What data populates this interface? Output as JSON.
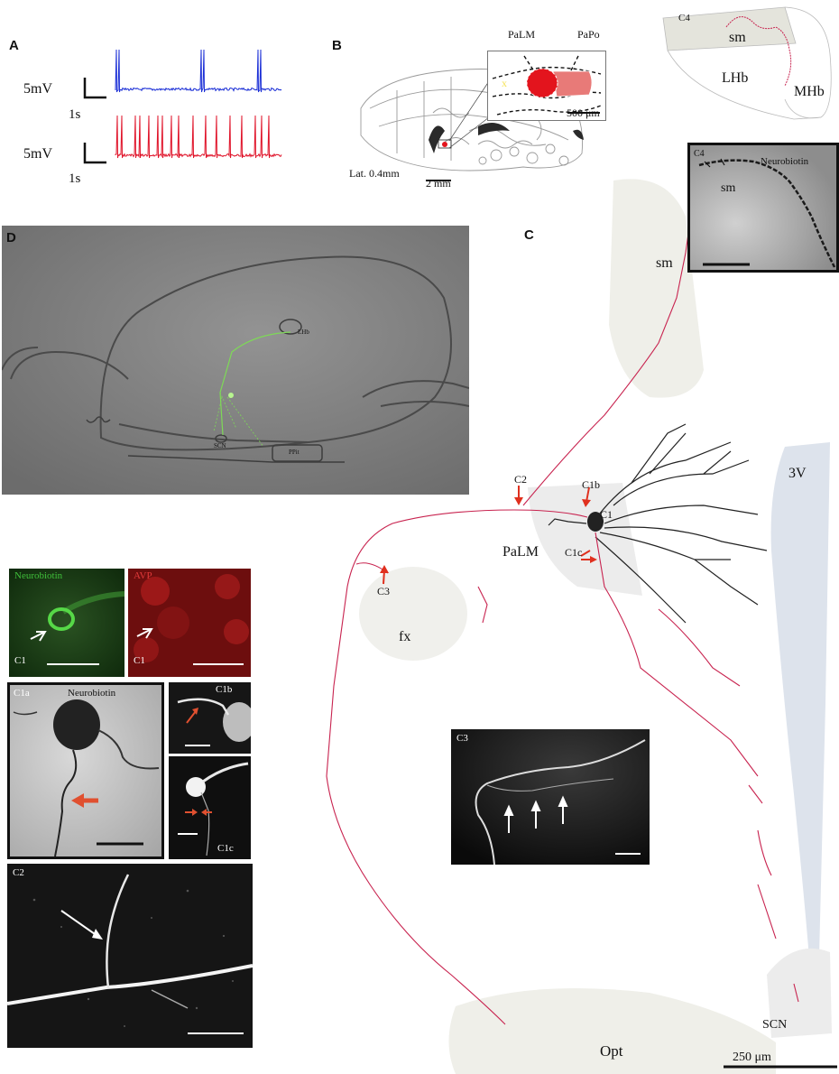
{
  "panels": {
    "A": "A",
    "B": "B",
    "C": "C",
    "D": "D"
  },
  "panelA": {
    "traces": [
      {
        "voltage_label": "5mV",
        "time_label": "1s",
        "color": "#1a2ed6"
      },
      {
        "voltage_label": "5mV",
        "time_label": "1s",
        "color": "#e0142a"
      }
    ]
  },
  "panelB": {
    "inset_labels": {
      "left": "PaLM",
      "right": "PaPo",
      "marker": "x"
    },
    "inset_scale": "500 μm",
    "lat": "Lat. 0.4mm",
    "scale": "2 mm",
    "colors": {
      "palm": "#e3141d",
      "papo": "#e87a78"
    }
  },
  "topRight": {
    "c4": "C4",
    "sm": "sm",
    "lhb": "LHb",
    "mhb": "MHb"
  },
  "c4Inset": {
    "c4": "C4",
    "neurobiotin": "Neurobiotin",
    "sm": "sm"
  },
  "panelC": {
    "sm": "sm",
    "v3": "3V",
    "palm": "PaLM",
    "fx": "fx",
    "scn": "SCN",
    "opt": "Opt",
    "c1": "C1",
    "c1b": "C1b",
    "c1c": "C1c",
    "c2": "C2",
    "c3": "C3",
    "scale": "250 μm",
    "colors": {
      "axon": "#c8234f",
      "dendrite": "#222222",
      "arrow": "#e0301e",
      "ventricle": "#dde3ec"
    }
  },
  "c3Inset": {
    "label": "C3"
  },
  "panelD": {
    "lhb": "LHb",
    "scn": "SCN",
    "ppit": "PPit"
  },
  "fluor": {
    "neurobiotin": {
      "title": "Neurobiotin",
      "cell": "C1",
      "color": "#3fbf3a"
    },
    "avp": {
      "title": "AVP",
      "cell": "C1",
      "color": "#e23a3a"
    }
  },
  "c1a": {
    "label": "C1a",
    "title": "Neurobiotin"
  },
  "c1bMicro": {
    "label": "C1b"
  },
  "c1cMicro": {
    "label": "C1c"
  },
  "c2Micro": {
    "label": "C2"
  }
}
